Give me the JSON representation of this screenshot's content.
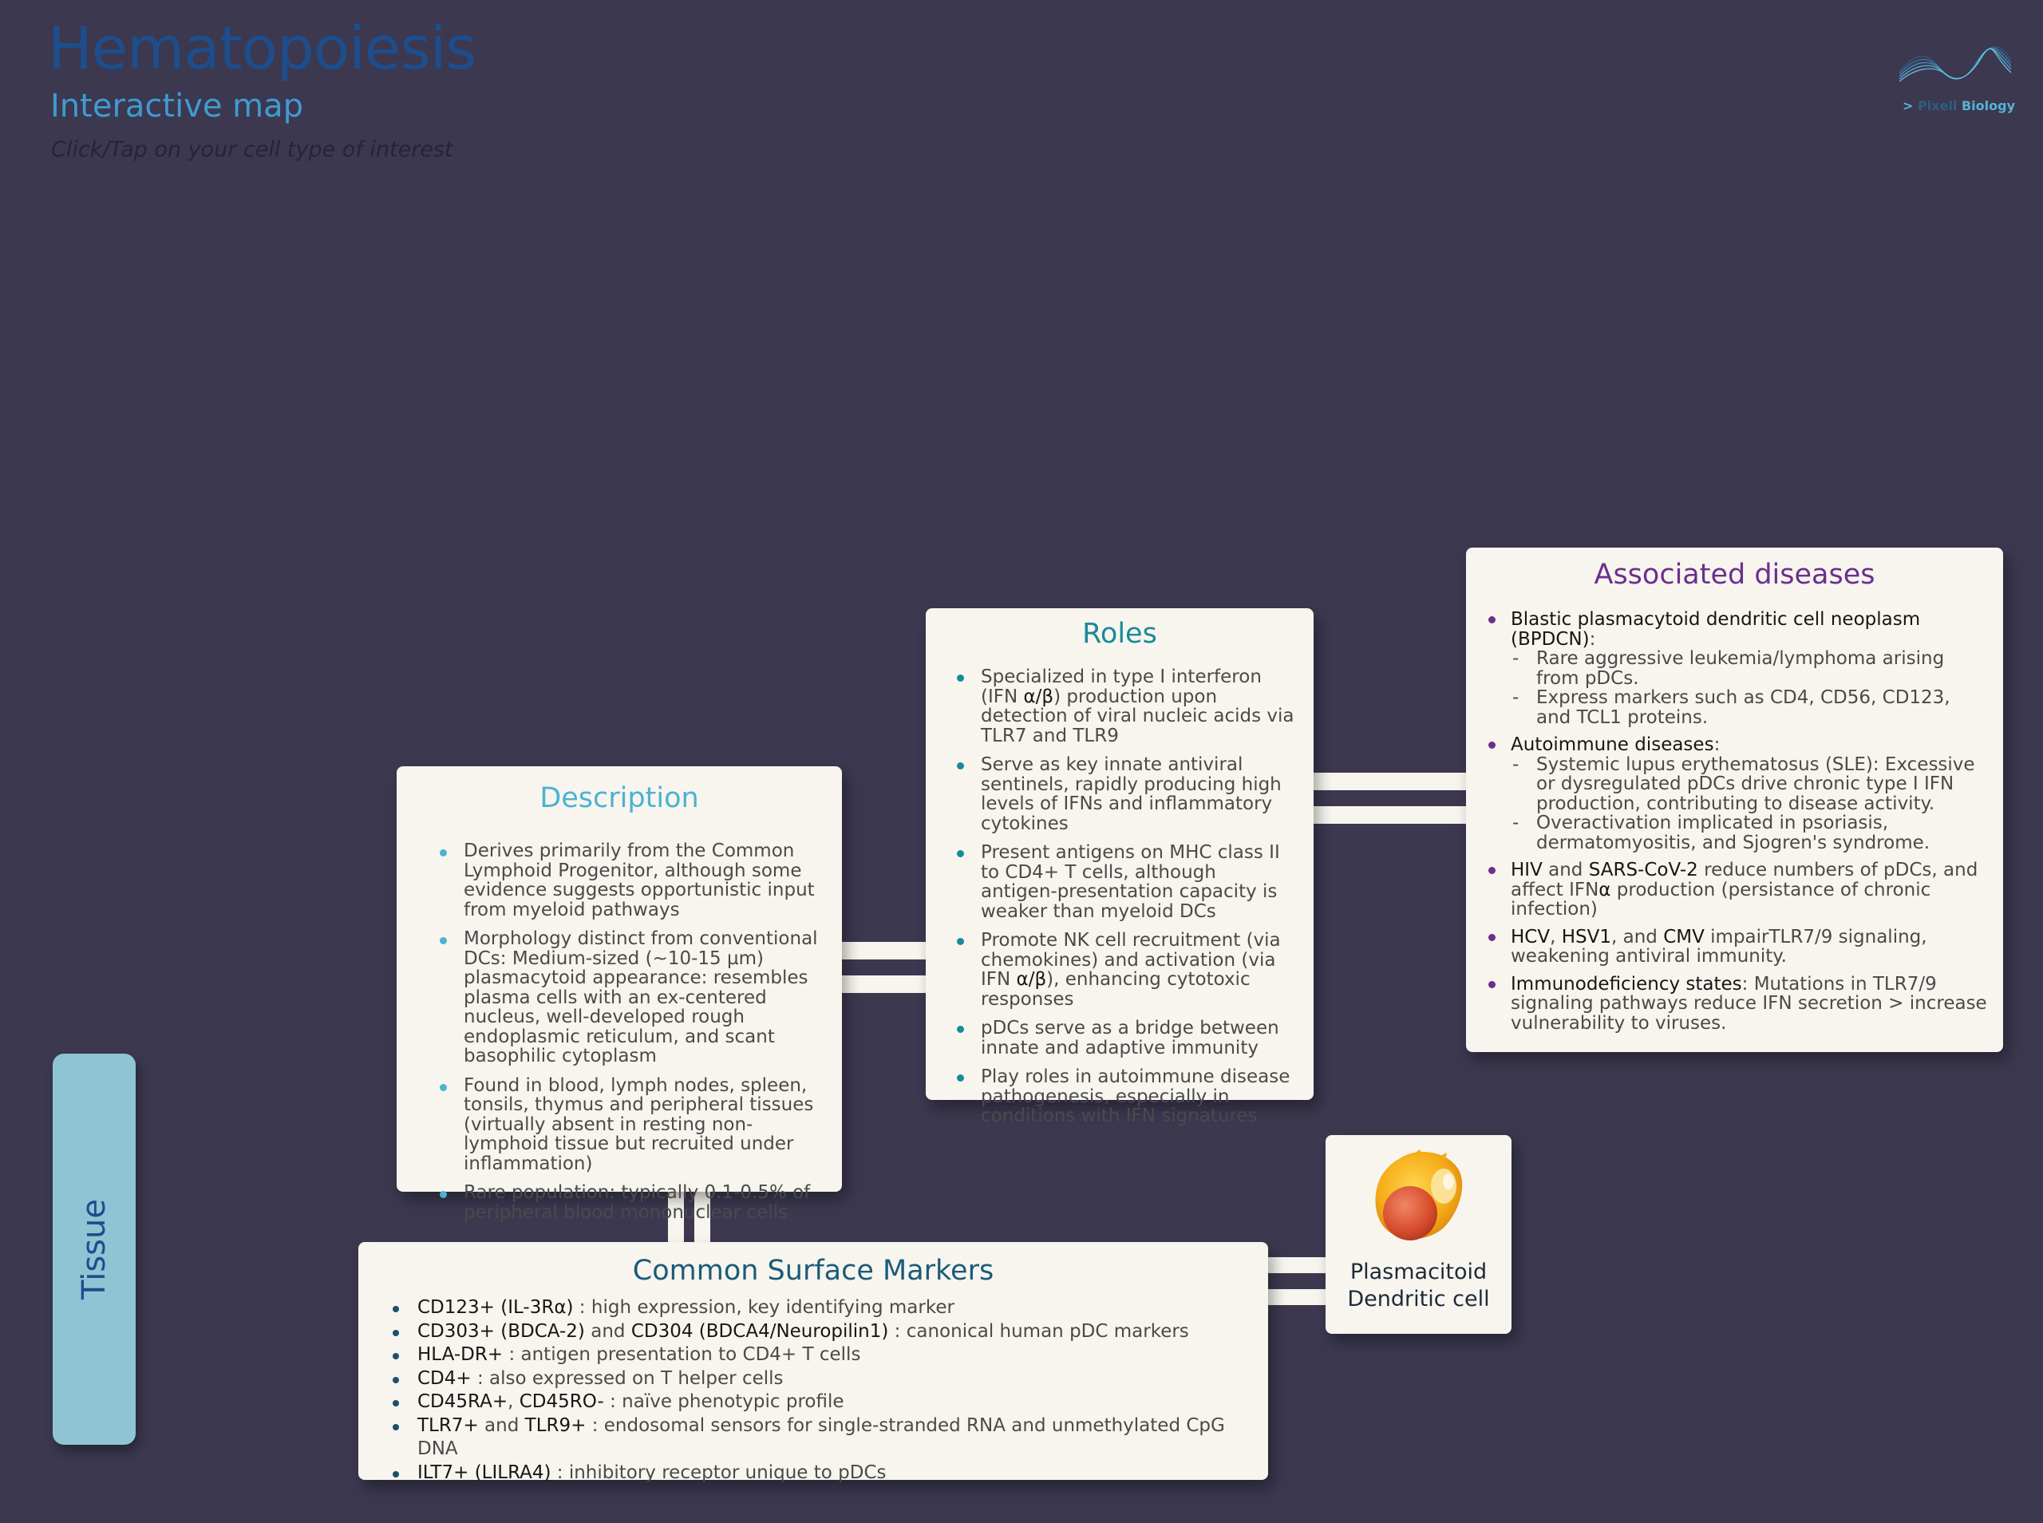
{
  "header": {
    "title": "Hematopoiesis",
    "subtitle": "Interactive map",
    "hint": "Click/Tap on your cell type of interest"
  },
  "logo": {
    "prefix": "> ",
    "dim": "Pixell",
    "text": " Biology"
  },
  "colors": {
    "background": "#3b3850",
    "card": "#f7f5ee",
    "description": "#4cb2d2",
    "roles": "#1a8a9a",
    "diseases": "#6a2f8f",
    "markers": "#1b5b7a",
    "tissue_tab": "#8fc4d4"
  },
  "tissue_tab": {
    "label": "Tissue"
  },
  "cell": {
    "name_line1": "Plasmacitoid",
    "name_line2": "Dendritic cell",
    "icon": "pdc-cell-icon"
  },
  "description": {
    "title": "Description",
    "items": [
      "Derives primarily from the Common Lymphoid Progenitor, although some evidence suggests opportunistic input from myeloid pathways",
      "Morphology distinct from conventional DCs: Medium-sized (~10-15 µm) plasmacytoid appearance: resembles plasma cells with an ex-centered nucleus, well-developed rough endoplasmic reticulum, and scant basophilic cytoplasm",
      "Found in blood, lymph nodes, spleen, tonsils, thymus and peripheral tissues (virtually absent in resting non-lymphoid tissue but recruited under inflammation)",
      "Rare population: typically 0.1-0.5% of peripheral blood mononuclear cells"
    ]
  },
  "roles": {
    "title": "Roles",
    "items": [
      {
        "a": "Specialized in type I interferon (IFN ",
        "b": "α/β",
        "c": ") production upon detection of viral nucleic acids via TLR7 and TLR9"
      },
      {
        "a": "Serve as key innate antiviral sentinels, rapidly producing high levels of IFNs and inflammatory cytokines",
        "b": "",
        "c": ""
      },
      {
        "a": "Present antigens on MHC class II to CD4+ T cells, although antigen-presentation capacity is weaker than myeloid DCs",
        "b": "",
        "c": ""
      },
      {
        "a": "Promote NK cell recruitment (via chemokines) and activation (via IFN ",
        "b": "α/β",
        "c": "), enhancing cytotoxic responses"
      },
      {
        "a": "pDCs serve as a bridge between innate and adaptive immunity",
        "b": "",
        "c": ""
      },
      {
        "a": "Play roles in autoimmune disease pathogenesis, especially in conditions with IFN signatures",
        "b": "",
        "c": ""
      }
    ]
  },
  "diseases": {
    "title": "Associated diseases",
    "bpdcn": {
      "name": "Blastic plasmacytoid dendritic cell neoplasm (BPDCN)",
      "colon": ":",
      "sub": [
        "Rare aggressive leukemia/lymphoma arising from pDCs.",
        "Express markers such as CD4, CD56, CD123, and TCL1 proteins."
      ]
    },
    "autoimmune": {
      "name": "Autoimmune diseases",
      "colon": ":",
      "sub": [
        "Systemic lupus erythematosus (SLE): Excessive or dysregulated pDCs drive chronic type I IFN production, contributing to disease activity.",
        "Overactivation implicated in psoriasis, dermatomyositis, and Sjogren's syndrome."
      ]
    },
    "hiv": {
      "hiv": "HIV",
      "and": " and ",
      "sars": "SARS-CoV-2",
      "t1": " reduce numbers of pDCs, and affect IFN",
      "alpha": "α",
      "t2": " production (persistance of chronic infection)"
    },
    "hcv": {
      "hcv": "HCV",
      "c1": ", ",
      "hsv": "HSV1",
      "c2": ", and ",
      "cmv": "CMV",
      "text": " impairTLR7/9 signaling, weakening antiviral immunity."
    },
    "immuno": {
      "name": "Immunodeficiency states",
      "text": ": Mutations in TLR7/9 signaling pathways reduce IFN secretion > increase vulnerability to viruses."
    }
  },
  "markers": {
    "title": "Common Surface Markers",
    "items": [
      {
        "m1": "CD123+ (IL-3R",
        "alpha": "α",
        "m1b": ")",
        "joiner": "",
        "m2": "",
        "text": " : high expression, key identifying marker"
      },
      {
        "m1": "CD303+ (BDCA-2)",
        "alpha": "",
        "m1b": "",
        "joiner": " and ",
        "m2": "CD304 (BDCA4/Neuropilin1)",
        "text": " : canonical human pDC markers"
      },
      {
        "m1": "HLA-DR+",
        "alpha": "",
        "m1b": "",
        "joiner": "",
        "m2": "",
        "text": " : antigen presentation to CD4+ T cells"
      },
      {
        "m1": "CD4+",
        "alpha": "",
        "m1b": "",
        "joiner": "",
        "m2": "",
        "text": " : also expressed on T helper cells"
      },
      {
        "m1": "CD45RA+",
        "alpha": "",
        "m1b": "",
        "joiner": ", ",
        "m2": "CD45RO-",
        "text": " : naïve phenotypic profile"
      },
      {
        "m1": "TLR7+",
        "alpha": "",
        "m1b": "",
        "joiner": " and ",
        "m2": "TLR9+",
        "text": " : endosomal sensors for single-stranded RNA and unmethylated CpG DNA"
      },
      {
        "m1": "ILT7+ (LILRA4)",
        "alpha": "",
        "m1b": "",
        "joiner": "",
        "m2": "",
        "text": " : inhibitory receptor unique to pDCs"
      }
    ]
  }
}
